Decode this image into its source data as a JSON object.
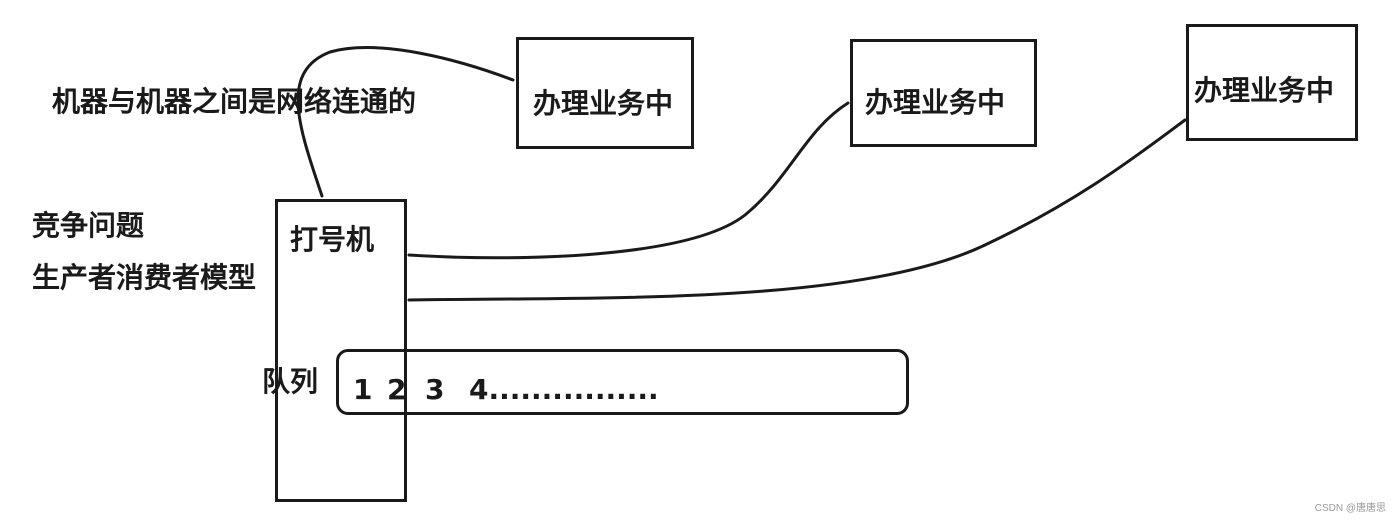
{
  "notes": {
    "network": "机器与机器之间是网络连通的",
    "race": "竞争问题",
    "producer_consumer": "生产者消费者模型",
    "queue": "队列"
  },
  "dispenser": {
    "label": "打号机"
  },
  "windows": [
    {
      "label": "办理业务中"
    },
    {
      "label": "办理业务中"
    },
    {
      "label": "办理业务中"
    }
  ],
  "queue_items": [
    "1",
    "2",
    "3",
    "4................"
  ],
  "watermark": "CSDN @唐唐思"
}
